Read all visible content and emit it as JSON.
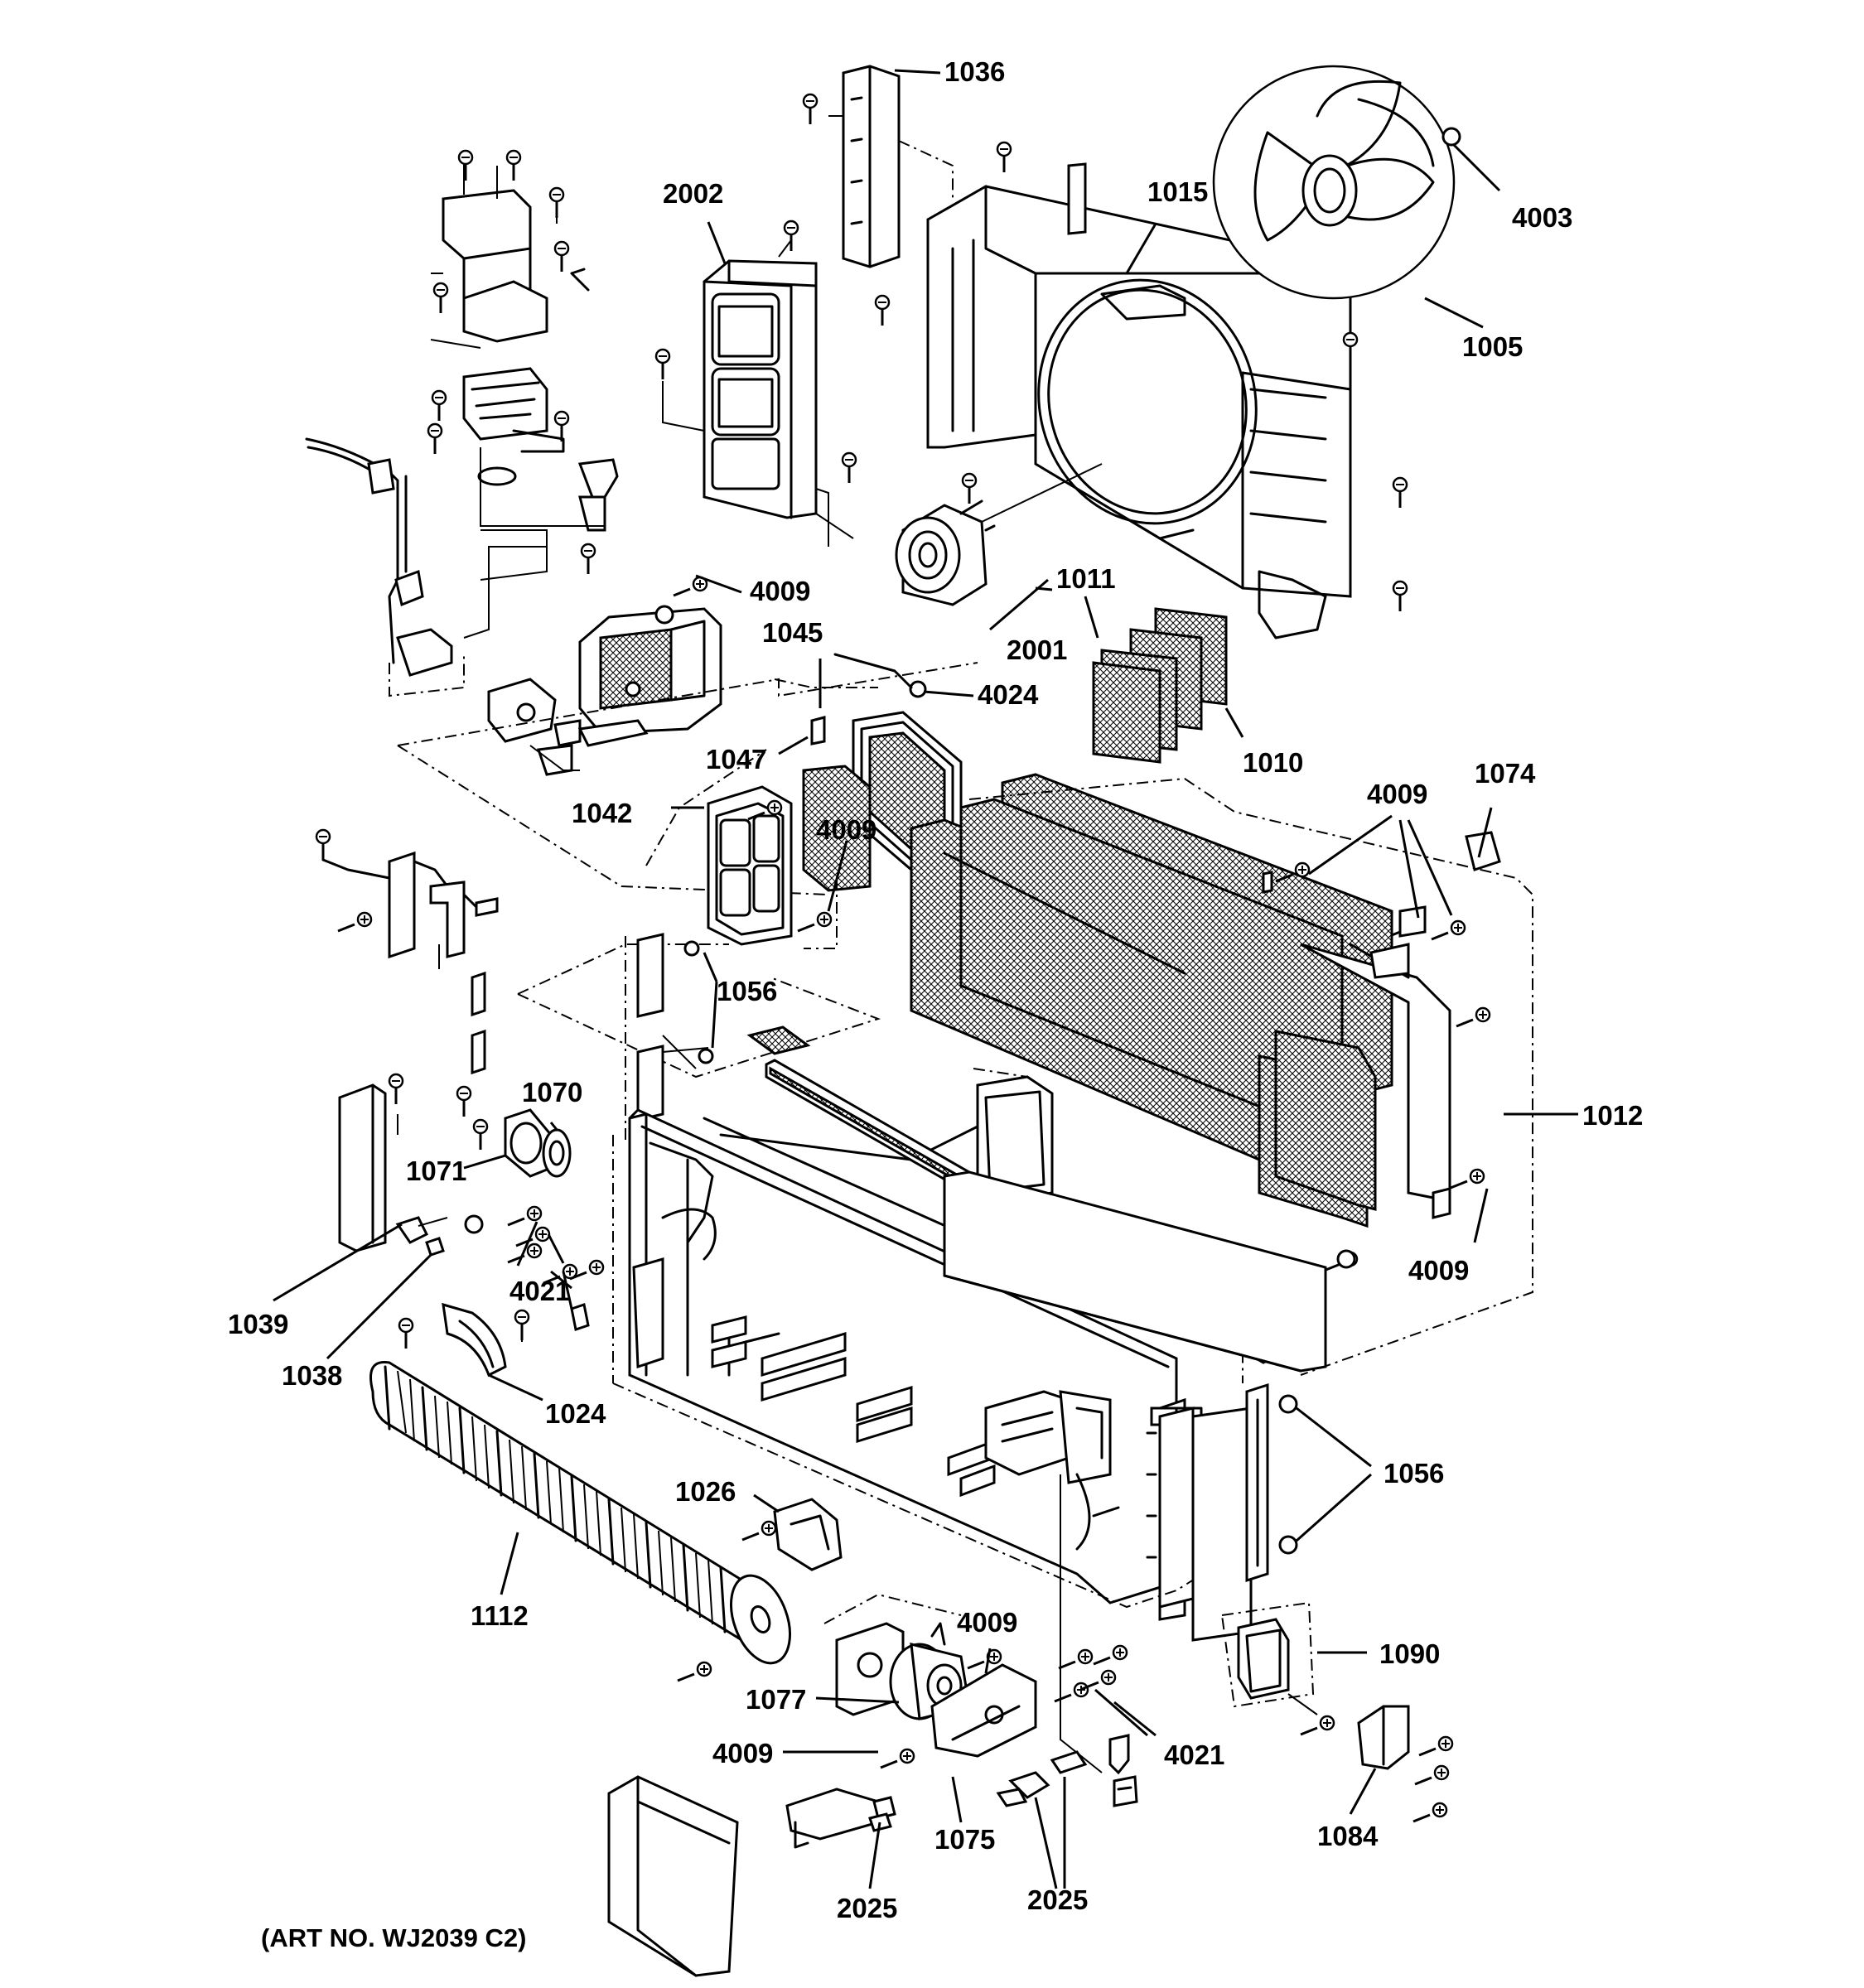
{
  "diagram": {
    "art_number": "(ART NO. WJ2039 C2)",
    "part_labels": {
      "p1036": "1036",
      "p2002": "2002",
      "p1015": "1015",
      "p4003": "4003",
      "p1005": "1005",
      "p4009_a": "4009",
      "p1011": "1011",
      "p2001": "2001",
      "p1045": "1045",
      "p4024": "4024",
      "p1047": "1047",
      "p1010": "1010",
      "p1042": "1042",
      "p4009_b": "4009",
      "p4009_c": "4009",
      "p1074": "1074",
      "p1056_a": "1056",
      "p1070": "1070",
      "p1071": "1071",
      "p1012": "1012",
      "p4009_d": "4009",
      "p1039": "1039",
      "p4021_a": "4021",
      "p1038": "1038",
      "p1024": "1024",
      "p1056_b": "1056",
      "p1026": "1026",
      "p1112": "1112",
      "p4009_e": "4009",
      "p1090": "1090",
      "p1077": "1077",
      "p4021_b": "4021",
      "p4009_f": "4009",
      "p1084": "1084",
      "p1075": "1075",
      "p2025_a": "2025",
      "p2025_b": "2025"
    }
  }
}
